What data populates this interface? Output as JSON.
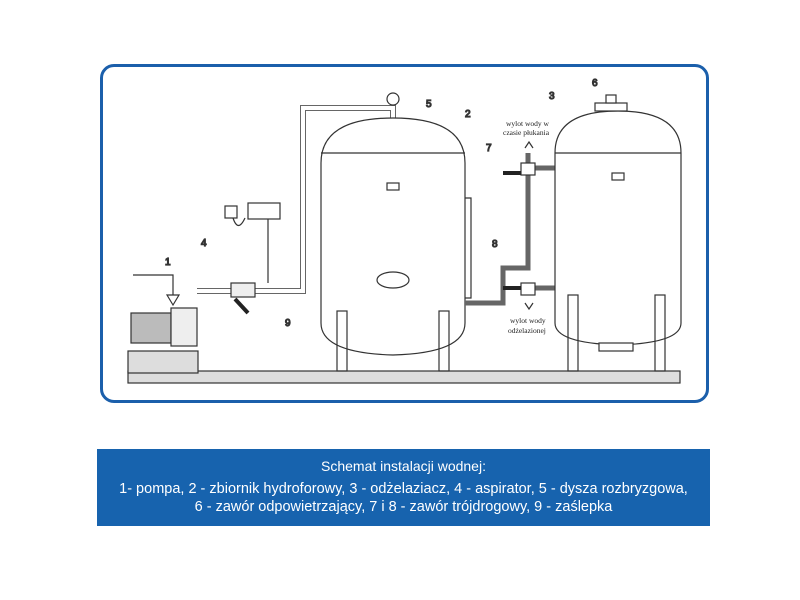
{
  "diagram": {
    "labels": {
      "n1": "1",
      "n2": "2",
      "n3": "3",
      "n4": "4",
      "n5": "5",
      "n6": "6",
      "n7": "7",
      "n8": "8",
      "n9": "9"
    },
    "annotations": {
      "flush_outlet_line1": "wylot wody w",
      "flush_outlet_line2": "czasie płukania",
      "deiron_outlet_line1": "wylot wody",
      "deiron_outlet_line2": "odżelazionej"
    }
  },
  "caption": {
    "title": "Schemat instalacji wodnej:",
    "line1": "1- pompa, 2 - zbiornik hydroforowy, 3 - odżelaziacz, 4 - aspirator, 5 - dysza rozbryzgowa,",
    "line2": "6 - zawór odpowietrzający, 7 i 8 - zawór trójdrogowy, 9 - zaślepka"
  },
  "colors": {
    "frame": "#1b5fab",
    "caption_bg": "#1763ae"
  }
}
